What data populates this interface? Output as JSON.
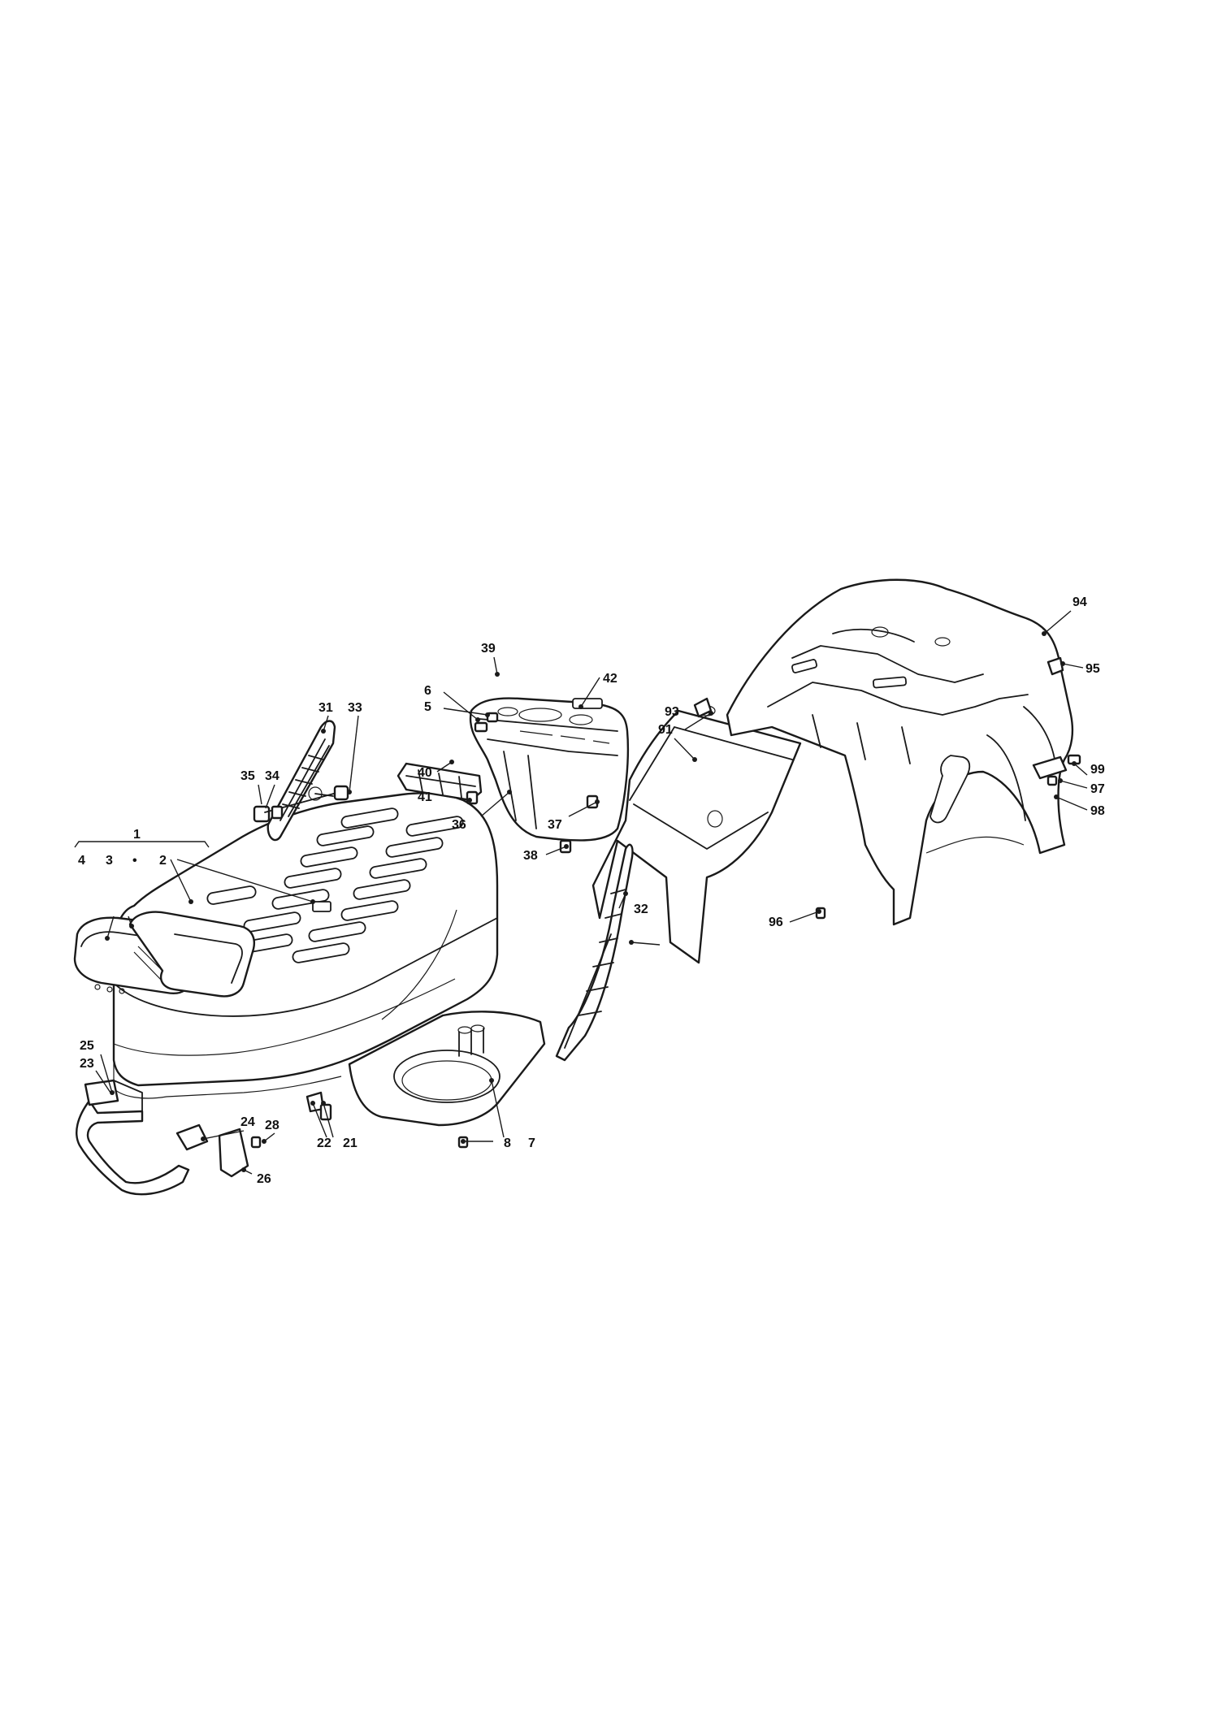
{
  "callouts": [
    {
      "id": "c1",
      "text": "1"
    },
    {
      "id": "c2",
      "text": "2"
    },
    {
      "id": "c3",
      "text": "3"
    },
    {
      "id": "c4",
      "text": "4"
    },
    {
      "id": "cstar",
      "text": "•"
    },
    {
      "id": "c5",
      "text": "5"
    },
    {
      "id": "c6",
      "text": "6"
    },
    {
      "id": "c7",
      "text": "7"
    },
    {
      "id": "c8",
      "text": "8"
    },
    {
      "id": "c21",
      "text": "21"
    },
    {
      "id": "c22",
      "text": "22"
    },
    {
      "id": "c23",
      "text": "23"
    },
    {
      "id": "c24",
      "text": "24"
    },
    {
      "id": "c25",
      "text": "25"
    },
    {
      "id": "c26",
      "text": "26"
    },
    {
      "id": "c28",
      "text": "28"
    },
    {
      "id": "c31",
      "text": "31"
    },
    {
      "id": "c32",
      "text": "32"
    },
    {
      "id": "c33",
      "text": "33"
    },
    {
      "id": "c34",
      "text": "34"
    },
    {
      "id": "c35",
      "text": "35"
    },
    {
      "id": "c36",
      "text": "36"
    },
    {
      "id": "c37",
      "text": "37"
    },
    {
      "id": "c38",
      "text": "38"
    },
    {
      "id": "c39",
      "text": "39"
    },
    {
      "id": "c40",
      "text": "40"
    },
    {
      "id": "c41",
      "text": "41"
    },
    {
      "id": "c42",
      "text": "42"
    },
    {
      "id": "c91",
      "text": "91"
    },
    {
      "id": "c93",
      "text": "93"
    },
    {
      "id": "c94",
      "text": "94"
    },
    {
      "id": "c95",
      "text": "95"
    },
    {
      "id": "c96",
      "text": "96"
    },
    {
      "id": "c97",
      "text": "97"
    },
    {
      "id": "c98",
      "text": "98"
    },
    {
      "id": "c99",
      "text": "99"
    }
  ]
}
